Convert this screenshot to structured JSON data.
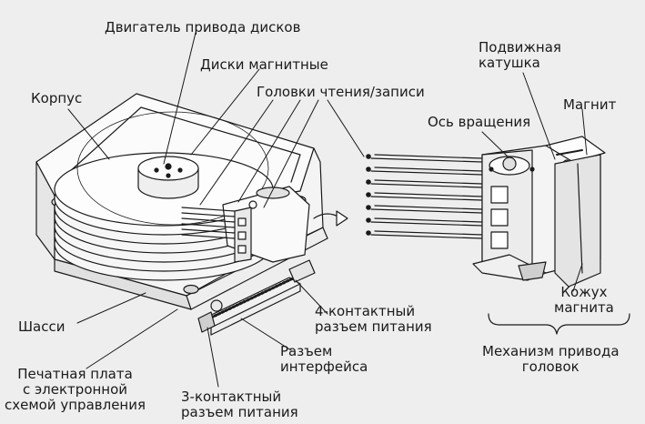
{
  "labels": {
    "motor": "Двигатель привода дисков",
    "disks": "Диски магнитные",
    "heads": "Головки чтения/записи",
    "case": "Корпус",
    "coil": "Подвижная\nкатушка",
    "magnet": "Магнит",
    "axis": "Ось вращения",
    "chassis": "Шасси",
    "pcb": "Печатная плата\nс электронной\nсхемой управления",
    "power4": "4-контактный\nразъем питания",
    "interface": "Разъем\nинтерфейса",
    "power3": "3-контактный\nразъем питания",
    "magnet_cover": "Кожух\nмагнита",
    "actuator": "Механизм привода\nголовок"
  },
  "colors": {
    "line": "#1a1a1a",
    "fill": "#fbfbfb",
    "shade": "#d8d8d8"
  }
}
